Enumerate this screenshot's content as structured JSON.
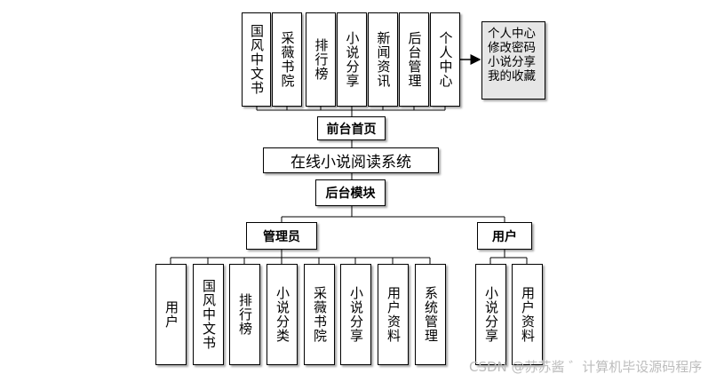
{
  "top_modules": [
    {
      "label": "国风中文书"
    },
    {
      "label": "采薇书院"
    },
    {
      "label": "排行榜"
    },
    {
      "label": "小说分享"
    },
    {
      "label": "新闻资讯"
    },
    {
      "label": "后台管理"
    },
    {
      "label": "个人中心"
    }
  ],
  "personal_center_note": [
    "个人中心",
    "修改密码",
    "小说分享",
    "我的收藏"
  ],
  "frontend_home": "前台首页",
  "system_title": "在线小说阅读系统",
  "backend_module": "后台模块",
  "admin": {
    "label": "管理员",
    "children": [
      {
        "label": "用户"
      },
      {
        "label": "国风中文书"
      },
      {
        "label": "排行榜"
      },
      {
        "label": "小说分类"
      },
      {
        "label": "采薇书院"
      },
      {
        "label": "小说分享"
      },
      {
        "label": "用户资料"
      },
      {
        "label": "系统管理"
      }
    ]
  },
  "user": {
    "label": "用户",
    "children": [
      {
        "label": "小说分享"
      },
      {
        "label": "用户资料"
      }
    ]
  },
  "watermark": "CSDN @苏苏酱 ゛计算机毕设源码程序"
}
